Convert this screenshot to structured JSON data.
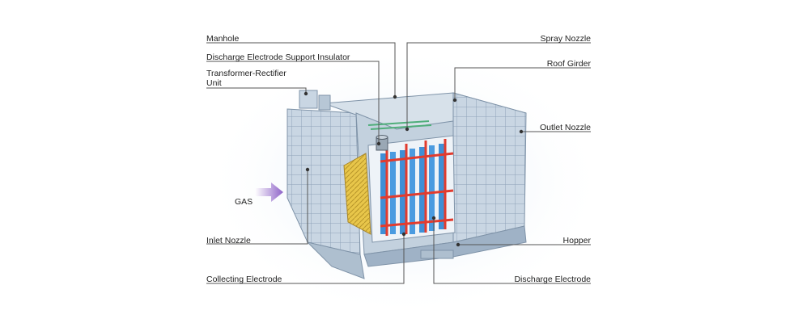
{
  "labels": {
    "manhole": "Manhole",
    "support_insulator": "Discharge Electrode Support Insulator",
    "transformer_line1": "Transformer-Rectifier",
    "transformer_line2": "Unit",
    "gas": "GAS",
    "inlet_nozzle": "Inlet Nozzle",
    "collecting_electrode": "Collecting Electrode",
    "spray_nozzle": "Spray Nozzle",
    "roof_girder": "Roof Girder",
    "outlet_nozzle": "Outlet Nozzle",
    "hopper": "Hopper",
    "discharge_electrode": "Discharge Electrode"
  },
  "colors": {
    "casing": "#c9d6e3",
    "casing_dark": "#9fb2c6",
    "collecting_plate": "#3f8fd6",
    "discharge_frame": "#e23b2e",
    "inlet_screen": "#e8c64a",
    "gas_arrow": "#8e63c8",
    "glow": "#dbe9f6"
  }
}
